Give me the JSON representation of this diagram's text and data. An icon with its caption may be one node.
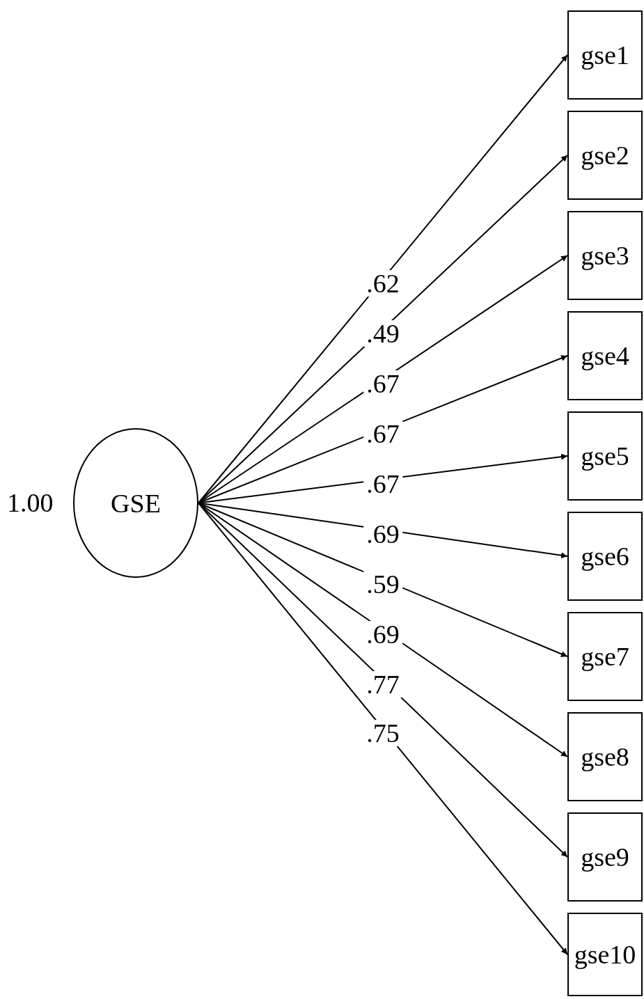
{
  "diagram": {
    "nodes": [
      {
        "text": [
          "GSE"
        ],
        "beside": [
          "1.00"
        ]
      },
      {
        "text": [
          "gse1"
        ]
      },
      {
        "text": [
          "gse2"
        ]
      },
      {
        "text": [
          "gse3"
        ]
      },
      {
        "text": [
          "gse4"
        ]
      },
      {
        "text": [
          "gse5"
        ]
      },
      {
        "text": [
          "gse6"
        ]
      },
      {
        "text": [
          "gse7"
        ]
      },
      {
        "text": [
          "gse8"
        ]
      },
      {
        "text": [
          "gse9"
        ]
      },
      {
        "text": [
          "gse10"
        ]
      }
    ],
    "edges": [
      {
        "from": 0,
        "to": 1,
        "arrow": "to",
        "label": ".62"
      },
      {
        "from": 0,
        "to": 2,
        "arrow": "to",
        "label": ".49"
      },
      {
        "from": 0,
        "to": 3,
        "arrow": "to",
        "label": ".67"
      },
      {
        "from": 0,
        "to": 4,
        "arrow": "to",
        "label": ".67"
      },
      {
        "from": 0,
        "to": 5,
        "arrow": "to",
        "label": ".67"
      },
      {
        "from": 0,
        "to": 6,
        "arrow": "to",
        "label": ".69"
      },
      {
        "from": 0,
        "to": 7,
        "arrow": "to",
        "label": ".59"
      },
      {
        "from": 0,
        "to": 8,
        "arrow": "to",
        "label": ".69"
      },
      {
        "from": 0,
        "to": 9,
        "arrow": "to",
        "label": ".77"
      },
      {
        "from": 0,
        "to": 10,
        "arrow": "to",
        "label": ".75"
      }
    ]
  }
}
